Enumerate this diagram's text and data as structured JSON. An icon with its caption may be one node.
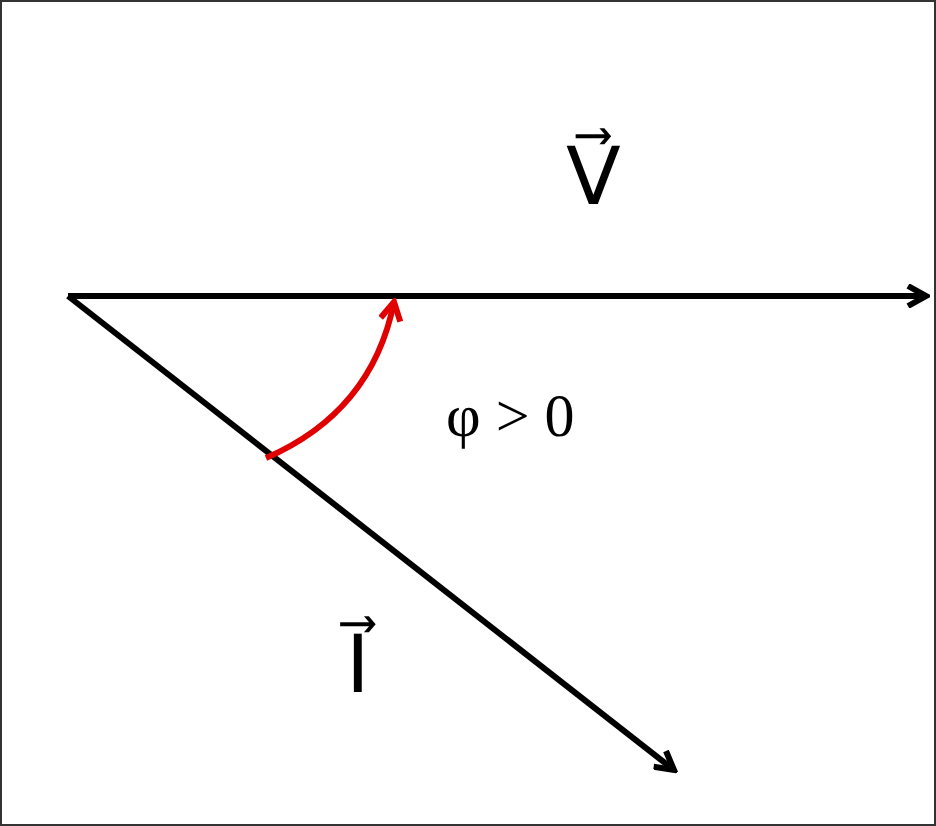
{
  "diagram": {
    "labels": [
      "V⃗",
      "φ > 0",
      "I⃗"
    ]
  }
}
